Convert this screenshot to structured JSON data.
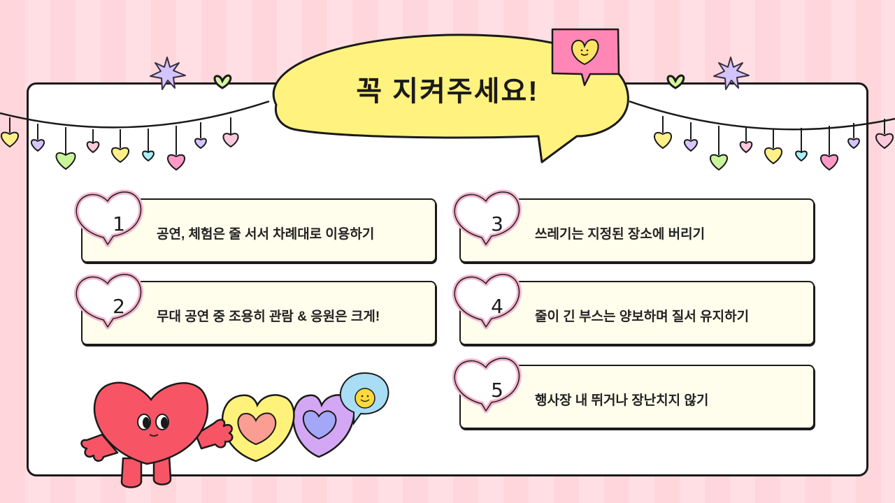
{
  "title": "꼭 지켜주세요!",
  "rules": [
    {
      "number": "1",
      "text": "공연, 체험은 줄 서서 차례대로 이용하기"
    },
    {
      "number": "2",
      "text": "무대 공연 중 조용히 관람 & 응원은 크게!"
    },
    {
      "number": "3",
      "text": "쓰레기는 지정된 장소에 버리기"
    },
    {
      "number": "4",
      "text": "줄이 긴 부스는 양보하며 질서 유지하기"
    },
    {
      "number": "5",
      "text": "행사장 내 뛰거나 장난치지 않기"
    }
  ],
  "colors": {
    "background": "#ffd6db",
    "title_bubble": "#fff27f",
    "card_fill": "#fffdec",
    "number_bubble_border": "#f3b6cf",
    "pink_sticker": "#ff86b5",
    "mascot_red": "#f75566"
  },
  "icons": {
    "star": "star-icon",
    "heart": "heart-icon",
    "mascot": "heart-mascot-icon",
    "smiley": "smiley-icon"
  }
}
